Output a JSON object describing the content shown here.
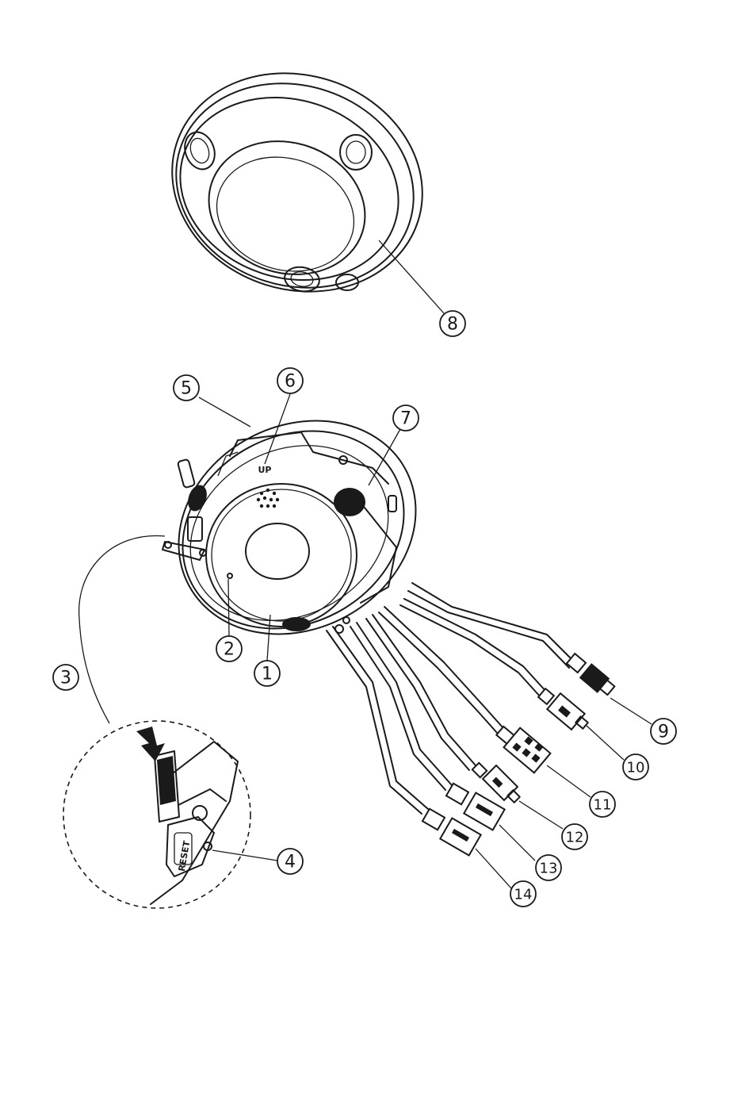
{
  "diagram": {
    "callouts": [
      {
        "id": "c1",
        "label": "1"
      },
      {
        "id": "c2",
        "label": "2"
      },
      {
        "id": "c3",
        "label": "3"
      },
      {
        "id": "c4",
        "label": "4"
      },
      {
        "id": "c5",
        "label": "5"
      },
      {
        "id": "c6",
        "label": "6"
      },
      {
        "id": "c7",
        "label": "7"
      },
      {
        "id": "c8",
        "label": "8"
      },
      {
        "id": "c9",
        "label": "9"
      },
      {
        "id": "c10",
        "label": "10"
      },
      {
        "id": "c11",
        "label": "11"
      },
      {
        "id": "c12",
        "label": "12"
      },
      {
        "id": "c13",
        "label": "13"
      },
      {
        "id": "c14",
        "label": "14"
      }
    ],
    "body_text": "UP",
    "slot_text": "RESET"
  }
}
